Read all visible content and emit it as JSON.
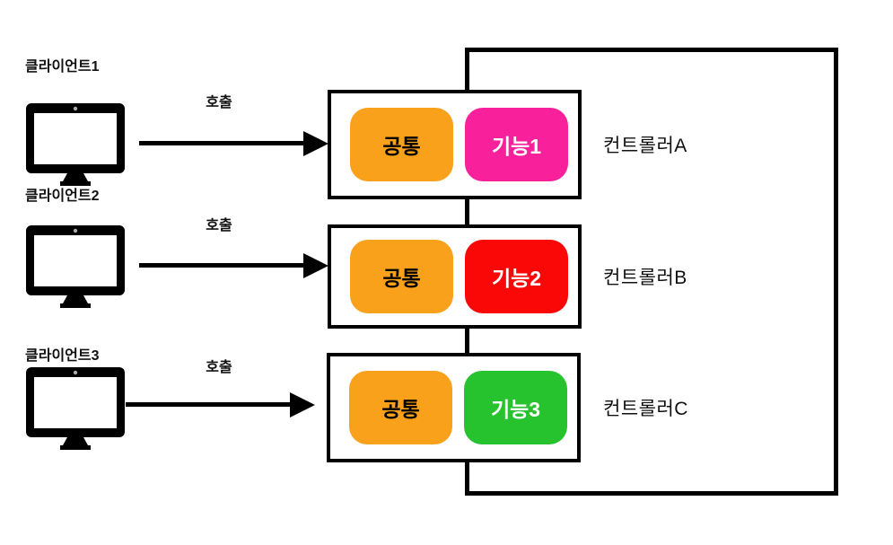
{
  "diagram": {
    "background_color": "#FFFFFF",
    "outline_color": "#000000",
    "clients": [
      {
        "label": "클라이언트1"
      },
      {
        "label": "클라이언트2"
      },
      {
        "label": "클라이언트3"
      }
    ],
    "arrows": [
      {
        "label": "호출"
      },
      {
        "label": "호출"
      },
      {
        "label": "호출"
      }
    ],
    "controllers": [
      {
        "name": "컨트롤러A",
        "common_label": "공통",
        "function_label": "기능1",
        "common_color": "#F9A11B",
        "function_color": "#F9219B"
      },
      {
        "name": "컨트롤러B",
        "common_label": "공통",
        "function_label": "기능2",
        "common_color": "#F9A11B",
        "function_color": "#FA0808"
      },
      {
        "name": "컨트롤러C",
        "common_label": "공통",
        "function_label": "기능3",
        "common_color": "#F9A11B",
        "function_color": "#27C32E"
      }
    ]
  }
}
